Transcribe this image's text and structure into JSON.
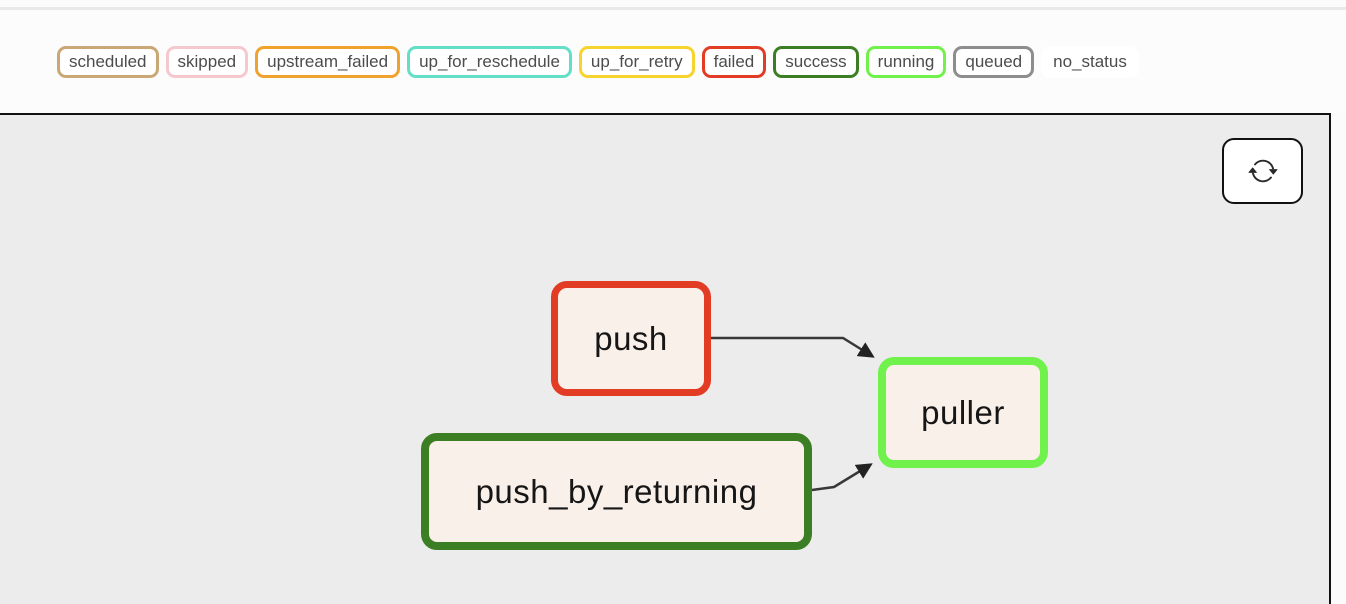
{
  "legend": {
    "items": [
      {
        "label": "scheduled",
        "color": "#c9a876"
      },
      {
        "label": "skipped",
        "color": "#f5c8ce"
      },
      {
        "label": "upstream_failed",
        "color": "#f0a22e"
      },
      {
        "label": "up_for_reschedule",
        "color": "#62dfc6"
      },
      {
        "label": "up_for_retry",
        "color": "#f6d32d"
      },
      {
        "label": "failed",
        "color": "#e33c25"
      },
      {
        "label": "success",
        "color": "#3b7e24"
      },
      {
        "label": "running",
        "color": "#70f14c"
      },
      {
        "label": "queued",
        "color": "#8d8d8d"
      },
      {
        "label": "no_status",
        "color": "#ffffff"
      }
    ]
  },
  "graph": {
    "background": "#ececec",
    "node_fill": "#faf0ea",
    "edge_color": "#383838",
    "nodes": [
      {
        "id": "push",
        "label": "push",
        "state": "failed",
        "border_color": "#e33c25"
      },
      {
        "id": "push_by_returning",
        "label": "push_by_returning",
        "state": "success",
        "border_color": "#3b7e24"
      },
      {
        "id": "puller",
        "label": "puller",
        "state": "running",
        "border_color": "#70f14c"
      }
    ],
    "edges": [
      {
        "from": "push",
        "to": "puller"
      },
      {
        "from": "push_by_returning",
        "to": "puller"
      }
    ]
  },
  "controls": {
    "refresh": {
      "icon": "refresh-icon"
    }
  }
}
